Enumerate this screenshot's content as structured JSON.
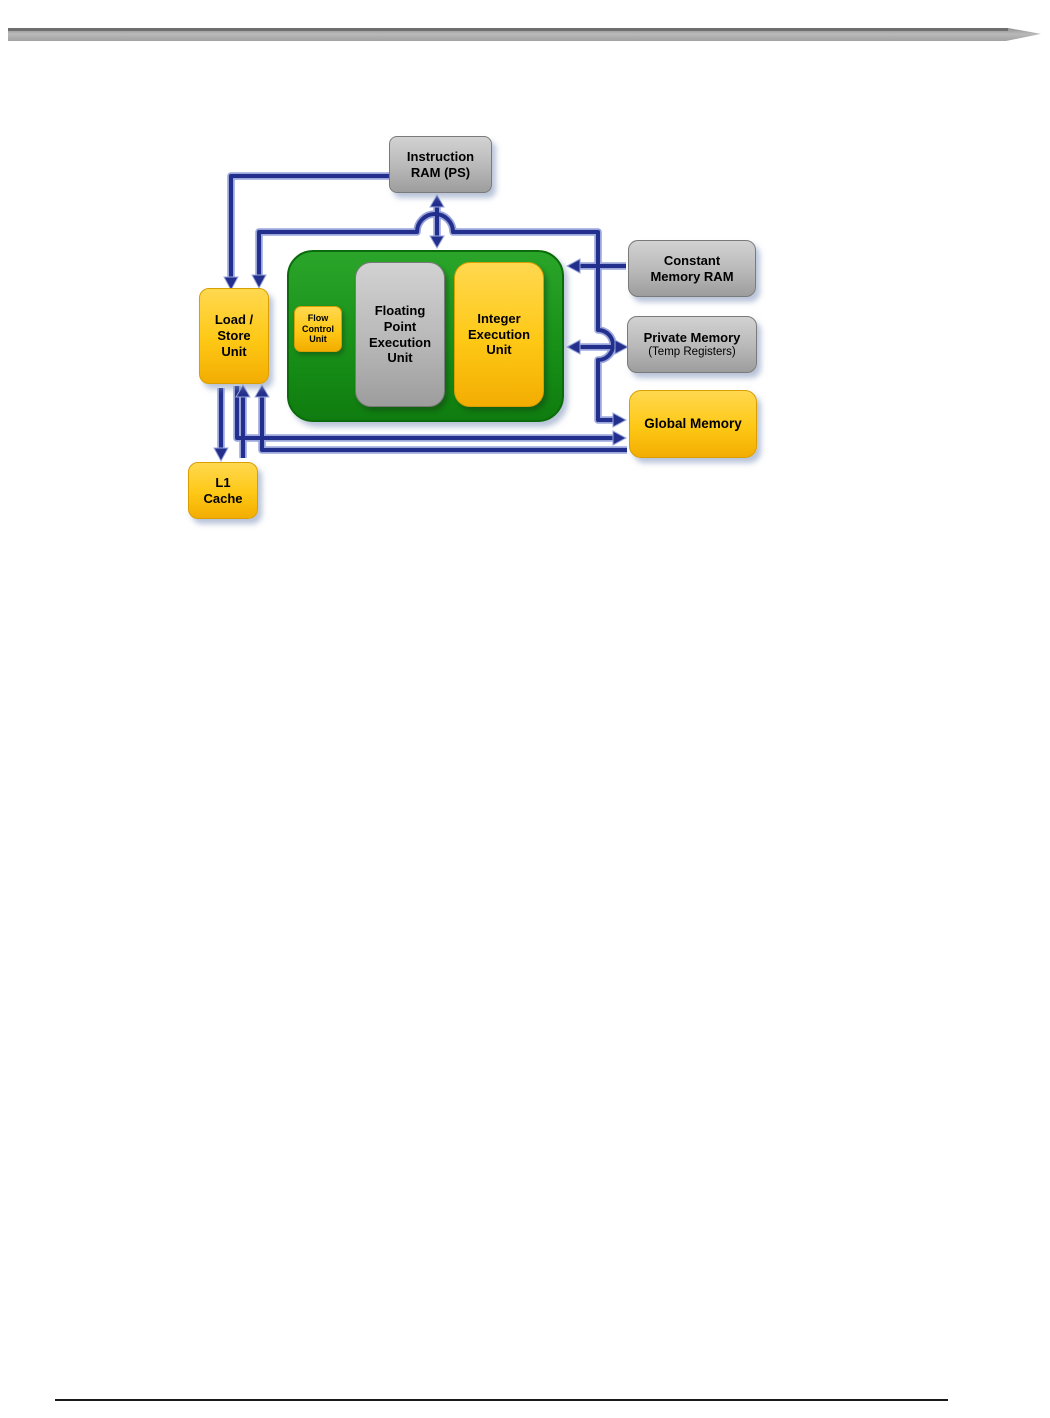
{
  "diagram": {
    "nodes": {
      "instruction_ram": {
        "lines": [
          "Instruction",
          "RAM (PS)"
        ]
      },
      "load_store_unit": {
        "lines": [
          "Load /",
          "Store",
          "Unit"
        ]
      },
      "l1_cache": {
        "lines": [
          "L1",
          "Cache"
        ]
      },
      "flow_control_unit": {
        "lines": [
          "Flow",
          "Control",
          "Unit"
        ]
      },
      "floating_point_unit": {
        "lines": [
          "Floating",
          "Point",
          "Execution",
          "Unit"
        ]
      },
      "integer_unit": {
        "lines": [
          "Integer",
          "Execution",
          "Unit"
        ]
      },
      "constant_memory": {
        "lines": [
          "Constant",
          "Memory RAM"
        ]
      },
      "private_memory": {
        "title": "Private Memory",
        "subtitle": "(Temp Registers)"
      },
      "global_memory": {
        "label": "Global Memory"
      }
    },
    "colors": {
      "gold": "#FFC41E",
      "gray": "#BFBFBF",
      "green": "#1E9A1E",
      "arrow_dark": "#232F8C",
      "arrow_light": "#99A5DB",
      "shadow": "#8CA0C8"
    }
  }
}
